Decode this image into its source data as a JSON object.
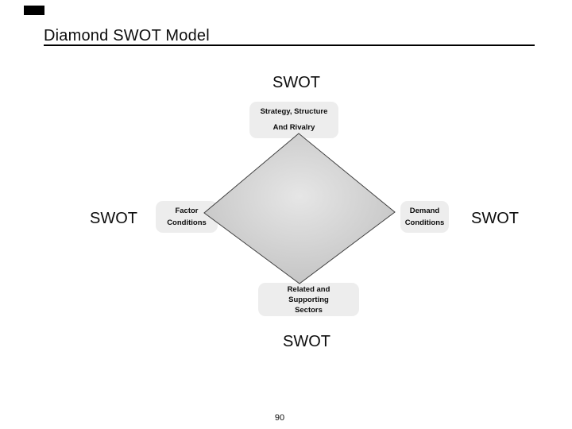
{
  "slide": {
    "title": "Diamond SWOT Model",
    "page_number": "90",
    "swot_labels": {
      "top": "SWOT",
      "left": "SWOT",
      "right": "SWOT",
      "bottom": "SWOT"
    },
    "nodes": {
      "top": {
        "lines": [
          "Strategy, Structure",
          "And Rivalry"
        ]
      },
      "left": {
        "lines": [
          "Factor",
          "Conditions"
        ]
      },
      "right": {
        "lines": [
          "Demand",
          "Conditions"
        ]
      },
      "bottom": {
        "lines": [
          "Related and",
          "Supporting",
          "Sectors"
        ]
      }
    },
    "colors": {
      "background": "#ffffff",
      "node_fill": "#ededed",
      "diamond_center": "#e6e6e6",
      "diamond_edge": "#c3c3c3",
      "outline": "#3f3f3f",
      "text": "#0d0d0d"
    }
  }
}
